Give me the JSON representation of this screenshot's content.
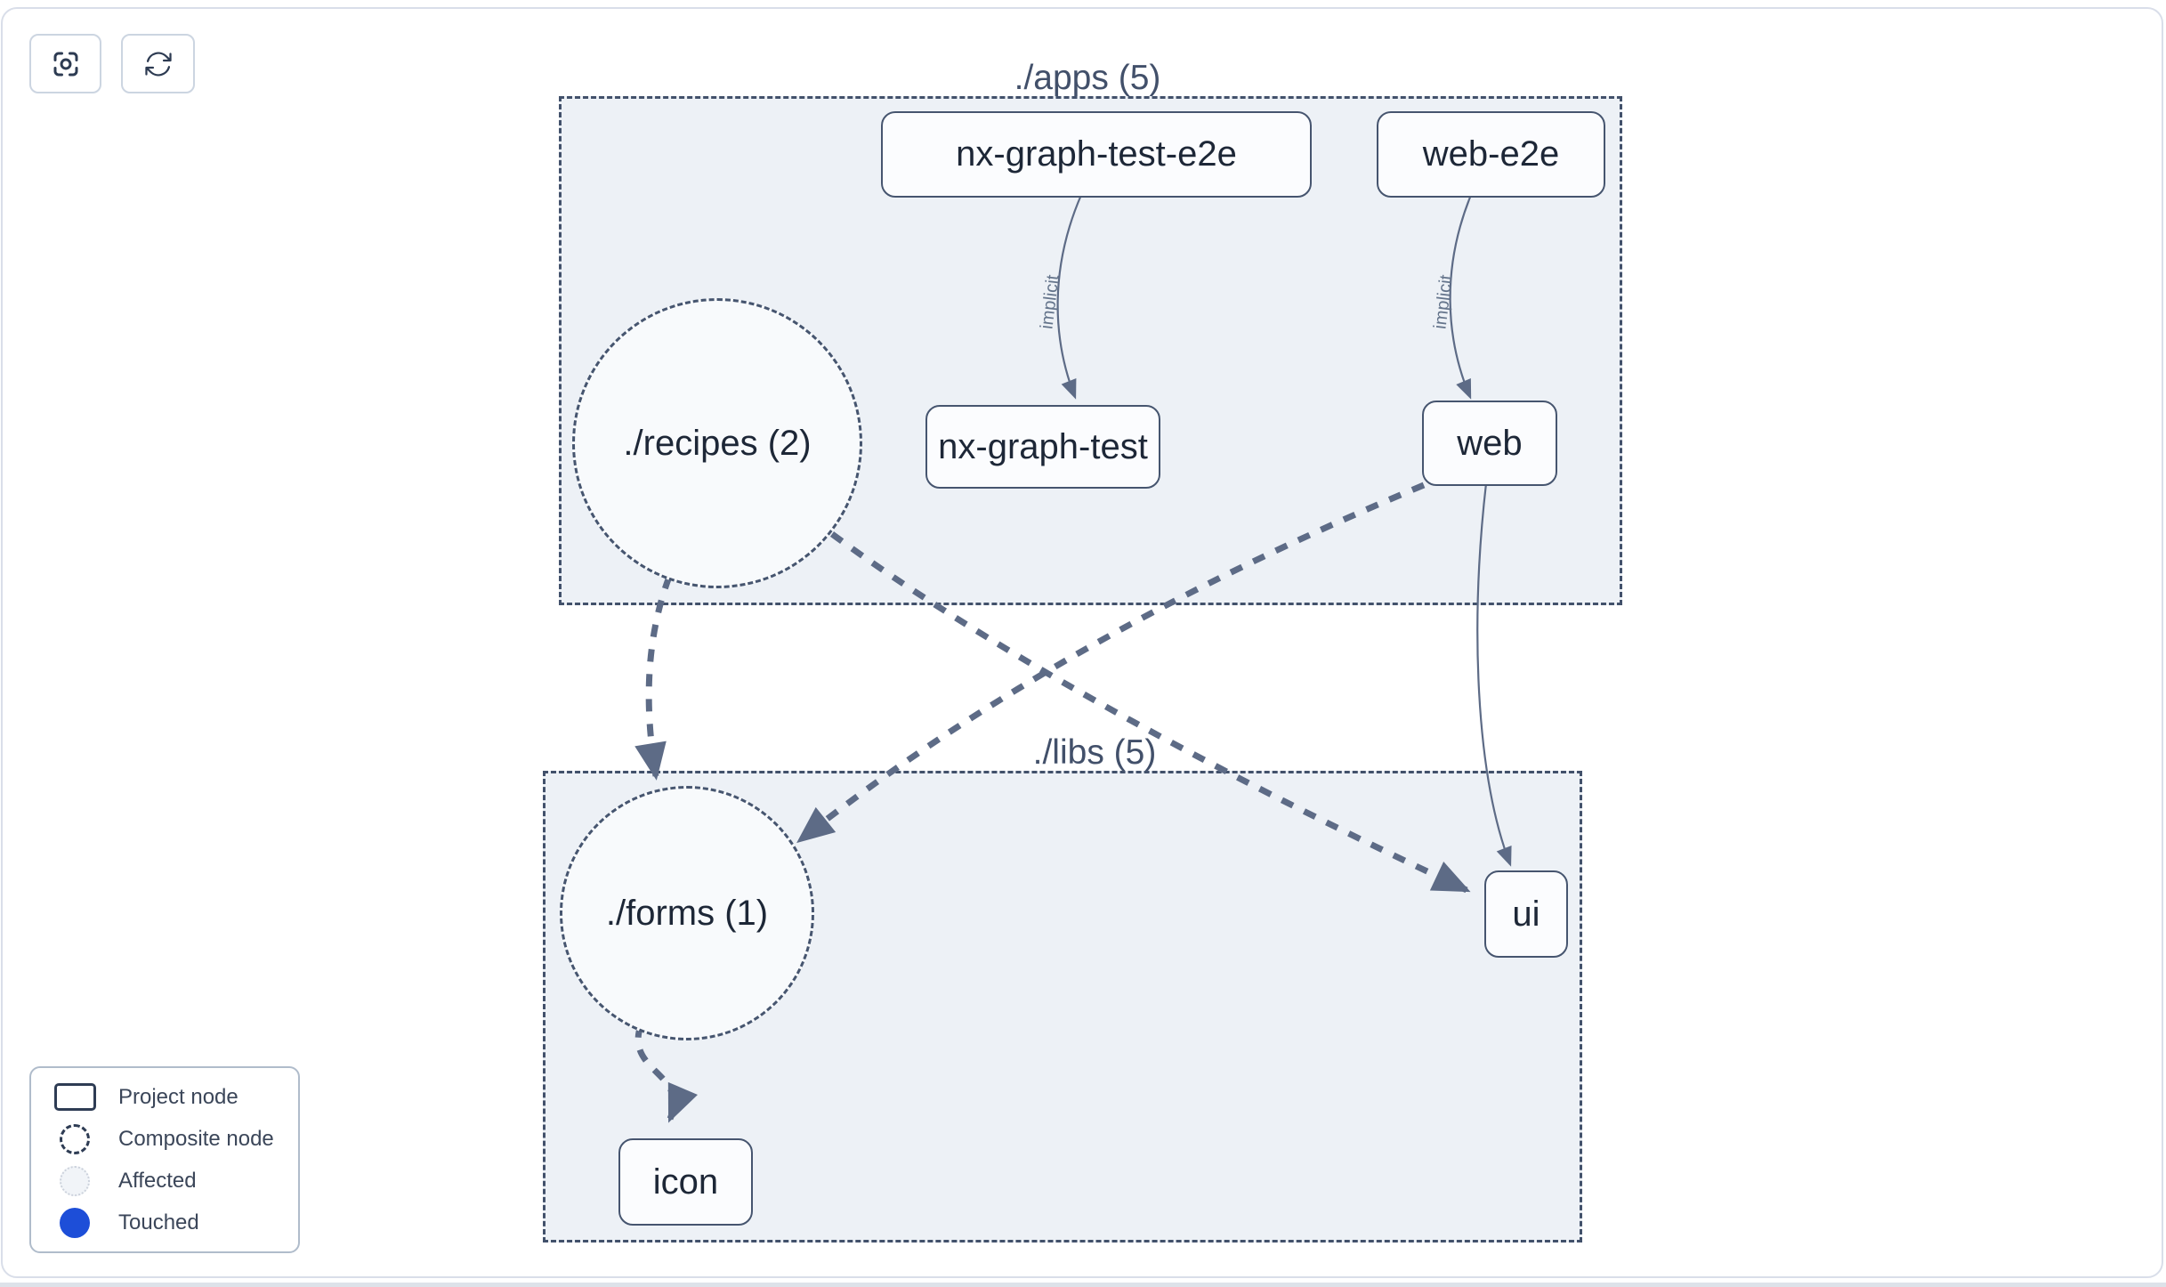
{
  "toolbar": {
    "buttons": [
      {
        "icon": "focus-icon",
        "action": "focus"
      },
      {
        "icon": "refresh-icon",
        "action": "refresh"
      }
    ]
  },
  "graph": {
    "groups": {
      "apps": {
        "label": "./apps (5)"
      },
      "libs": {
        "label": "./libs (5)"
      }
    },
    "nodes": {
      "nx_graph_test_e2e": {
        "label": "nx-graph-test-e2e",
        "type": "project",
        "group": "apps"
      },
      "web_e2e": {
        "label": "web-e2e",
        "type": "project",
        "group": "apps"
      },
      "recipes": {
        "label": "./recipes (2)",
        "type": "composite",
        "group": "apps"
      },
      "nx_graph_test": {
        "label": "nx-graph-test",
        "type": "project",
        "group": "apps"
      },
      "web": {
        "label": "web",
        "type": "project",
        "group": "apps"
      },
      "forms": {
        "label": "./forms (1)",
        "type": "composite",
        "group": "libs"
      },
      "ui": {
        "label": "ui",
        "type": "project",
        "group": "libs"
      },
      "icon": {
        "label": "icon",
        "type": "project",
        "group": "libs"
      }
    },
    "edges": {
      "list": [
        {
          "from": "nx-graph-test-e2e",
          "to": "nx-graph-test",
          "label": "implicit",
          "style": "solid"
        },
        {
          "from": "web-e2e",
          "to": "web",
          "label": "implicit",
          "style": "solid"
        },
        {
          "from": "web",
          "to": "ui",
          "label": "",
          "style": "solid"
        },
        {
          "from": "./recipes (2)",
          "to": "./forms (1)",
          "label": "",
          "style": "dashed"
        },
        {
          "from": "./recipes (2)",
          "to": "ui",
          "label": "",
          "style": "dashed"
        },
        {
          "from": "web",
          "to": "./forms (1)",
          "label": "",
          "style": "dashed"
        },
        {
          "from": "./forms (1)",
          "to": "icon",
          "label": "",
          "style": "dashed"
        }
      ]
    }
  },
  "legend": {
    "items": [
      {
        "label": "Project node",
        "swatch": "project"
      },
      {
        "label": "Composite node",
        "swatch": "composite"
      },
      {
        "label": "Affected",
        "swatch": "affected"
      },
      {
        "label": "Touched",
        "swatch": "touched"
      }
    ]
  },
  "colors": {
    "edge": "#5d6b86",
    "node_border": "#46556f",
    "node_text": "#1d2737",
    "group_fill": "#edf1f6",
    "group_border": "#42516b",
    "group_label": "#42506a",
    "touched_blue": "#1d4ed8"
  }
}
